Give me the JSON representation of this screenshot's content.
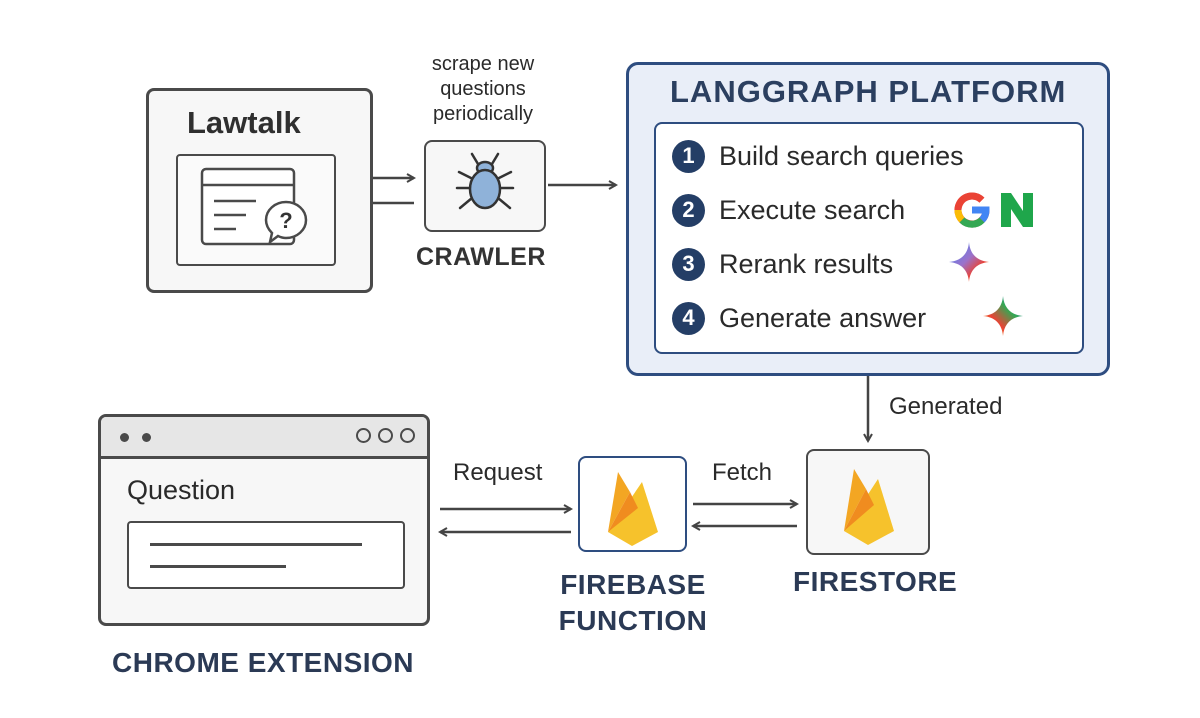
{
  "lawtalk": {
    "title": "Lawtalk"
  },
  "crawler": {
    "label": "CRAWLER",
    "note_lines": [
      "scrape new",
      "questions",
      "periodically"
    ]
  },
  "langgraph": {
    "title": "LANGGRAPH PLATFORM",
    "steps": [
      {
        "num": "1",
        "text": "Build search queries",
        "icon": ""
      },
      {
        "num": "2",
        "text": "Execute search",
        "icon": "google-naver-icons"
      },
      {
        "num": "3",
        "text": "Rerank results",
        "icon": "gemini-sparkle-icon"
      },
      {
        "num": "4",
        "text": "Generate answer",
        "icon": "gemini-sparkle-icon"
      }
    ]
  },
  "edges": {
    "generated": "Generated",
    "request": "Request",
    "fetch": "Fetch"
  },
  "chrome_extension": {
    "question_label": "Question",
    "caption": "CHROME EXTENSION"
  },
  "firebase_function": {
    "caption_lines": [
      "FIREBASE",
      "FUNCTION"
    ]
  },
  "firestore": {
    "caption": "FIRESTORE"
  },
  "colors": {
    "platform_bg": "#e9eef8",
    "platform_border": "#2e4d80",
    "step_badge": "#243e66",
    "firebase_yellow": "#f6c22c",
    "firebase_orange": "#f3a623",
    "bug_blue": "#8fb2d9"
  },
  "icons": {
    "bug": "bug-icon",
    "window": "browser-window-icon",
    "question": "question-bubble-icon",
    "firebase": "firebase-flame-icon",
    "google": "google-g-icon",
    "naver": "naver-n-icon",
    "sparkle": "gemini-sparkle-icon"
  }
}
